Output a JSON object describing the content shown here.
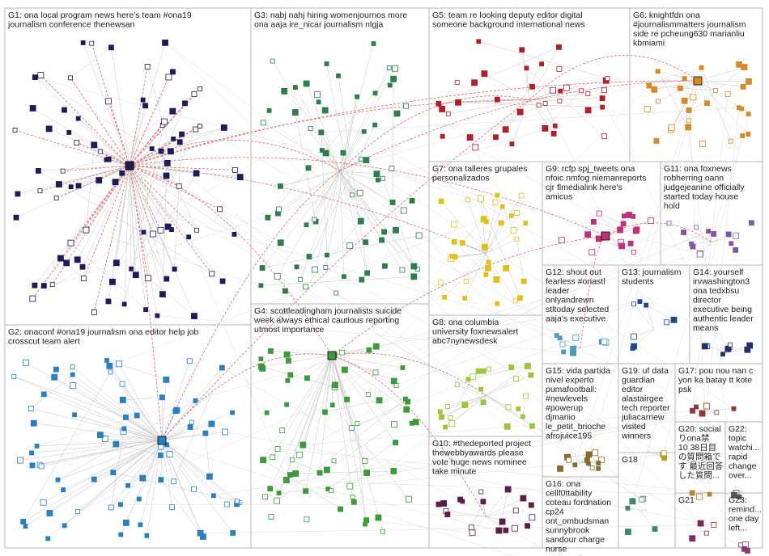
{
  "groups": [
    {
      "id": "G1",
      "label": "G1: ona local program news here's team #ona19 journalism conference thenewsan",
      "color": "#1c1c5a"
    },
    {
      "id": "G2",
      "label": "G2: onaconf #ona19 journalism ona editor help job crosscut team alert",
      "color": "#2a7fbf"
    },
    {
      "id": "G3",
      "label": "G3: nabj nahj hiring womenjournos more ona aaja ire_nicar journalism nlgja",
      "color": "#2f7d4a"
    },
    {
      "id": "G4",
      "label": "G4: scottleadingham journalists suicide week always ethical cautious reporting utmost importance",
      "color": "#3c9a3c"
    },
    {
      "id": "G5",
      "label": "G5: team re looking deputy editor digital someone background international news",
      "color": "#b01f2a"
    },
    {
      "id": "G6",
      "label": "G6: knightfdn ona #journalismmatters journalism side re pcheung630 marianliu kbmiami",
      "color": "#d58a2a"
    },
    {
      "id": "G7",
      "label": "G7: ona talleres grupales personalizados",
      "color": "#e0c020"
    },
    {
      "id": "G8",
      "label": "G8: ona columbia university foxnewsalert abc7nynewsdesk",
      "color": "#9ac43a"
    },
    {
      "id": "G9",
      "label": "G9: rcfp spj_tweets ona nfoic nmfog niemanreports cjr flmedialink here's amicus",
      "color": "#c0307a"
    },
    {
      "id": "G10",
      "label": "G10: #thedeported project thewebbyawards please vote huge news nominee take minute",
      "color": "#5a1e4a"
    },
    {
      "id": "G11",
      "label": "G11: ona foxnews robherring oann judgejeanine officially started today house hold",
      "color": "#7a5aa0"
    },
    {
      "id": "G12",
      "label": "G12: shout out fearless #onastl leader onlyandrewn stltoday selected aaja's executive",
      "color": "#4a9ab5"
    },
    {
      "id": "G13",
      "label": "G13: journalism students",
      "color": "#1a4a8a"
    },
    {
      "id": "G14",
      "label": "G14: yourself irvwashington3 ona tedxbsu director executive being authentic leader means",
      "color": "#22306a"
    },
    {
      "id": "G15",
      "label": "G15: vida partida nivel experto pumafootball: #newlevels #powerup djmariio le_petit_brioche afrojuice195",
      "color": "#8a6a2a"
    },
    {
      "id": "G16",
      "label": "G16: ona cellf0ttability coteau fordnation cp24 ont_ombudsman sunnybrook sandour charge nurse",
      "color": "#7a2a6a"
    },
    {
      "id": "G17",
      "label": "G17: pou nou nan c yon ka batay tt kote psk",
      "color": "#8a3a3a"
    },
    {
      "id": "G18",
      "label": "G18",
      "color": "#3a8a6a"
    },
    {
      "id": "G19",
      "label": "G19: uf data guardian editor alastairgee tech reporter juliacarriew visited winners",
      "color": "#c09a2a"
    },
    {
      "id": "G20",
      "label": "G20: social りona禁 10 38日目 の質問箱で す 最近回答 した質問...",
      "color": "#b8862a"
    },
    {
      "id": "G21",
      "label": "G21",
      "color": "#7a2a5a"
    },
    {
      "id": "G22",
      "label": "G22: topic watchi... rapid change over...",
      "color": "#555555"
    },
    {
      "id": "G23",
      "label": "G23: remind... one day left...",
      "color": "#8a3a6a"
    }
  ]
}
